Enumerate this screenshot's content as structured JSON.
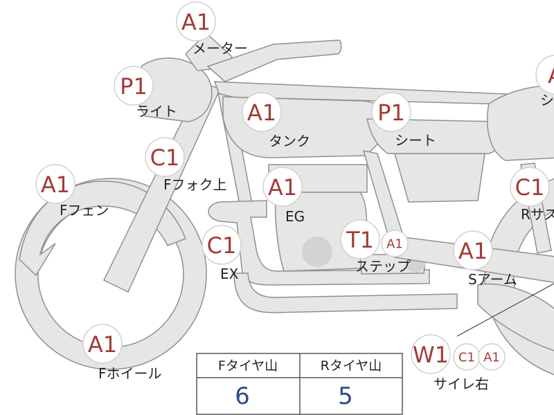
{
  "parts": [
    {
      "label": "メーター",
      "badges": [
        "A1"
      ]
    },
    {
      "label": "ライト",
      "badges": [
        "P1"
      ]
    },
    {
      "label": "タンク",
      "badges": [
        "A1"
      ]
    },
    {
      "label": "シート",
      "badges": [
        "P1"
      ]
    },
    {
      "label": "シ",
      "badges": [
        "A"
      ]
    },
    {
      "label": "Fフォク上",
      "badges": [
        "C1"
      ]
    },
    {
      "label": "Fフェン",
      "badges": [
        "A1"
      ]
    },
    {
      "label": "EG",
      "badges": [
        "A1"
      ]
    },
    {
      "label": "EX",
      "badges": [
        "C1"
      ]
    },
    {
      "label": "ステップ",
      "badges": [
        "T1",
        "A1"
      ]
    },
    {
      "label": "Sアーム",
      "badges": [
        "A1"
      ]
    },
    {
      "label": "Rサス",
      "badges": [
        "C1"
      ]
    },
    {
      "label": "Fホイール",
      "badges": [
        "A1"
      ]
    },
    {
      "label": "サイレ右",
      "badges": [
        "W1",
        "C1",
        "A1"
      ]
    }
  ],
  "tire_table": {
    "headers": [
      "Fタイヤ山",
      "Rタイヤ山"
    ],
    "values": [
      "6",
      "5"
    ]
  },
  "colors": {
    "part_fill": "#e6e7e5",
    "part_stroke": "#8f908d",
    "badge_text": "#a23a36",
    "table_value": "#2d4a8a"
  }
}
